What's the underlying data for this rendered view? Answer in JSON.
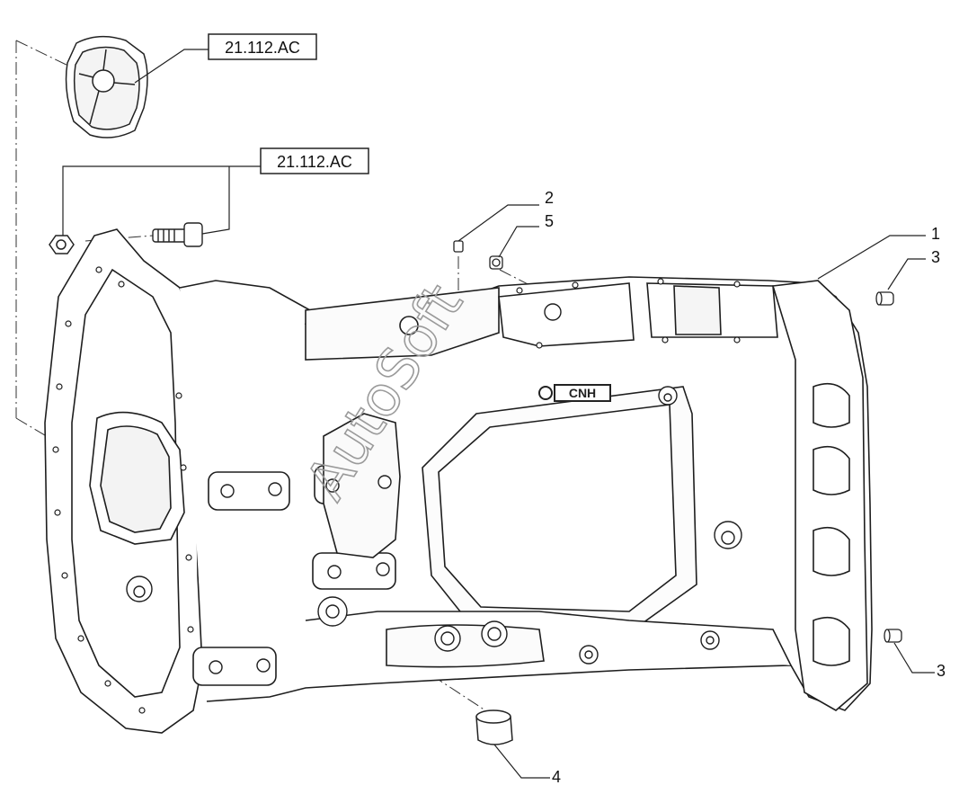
{
  "callouts": {
    "ref_top": "21.112.AC",
    "ref_middle": "21.112.AC",
    "item_1": "1",
    "item_2": "2",
    "item_3_top": "3",
    "item_3_bottom": "3",
    "item_4": "4",
    "item_5": "5"
  },
  "housing_badge": "CNH",
  "watermark": "AutoSoft"
}
